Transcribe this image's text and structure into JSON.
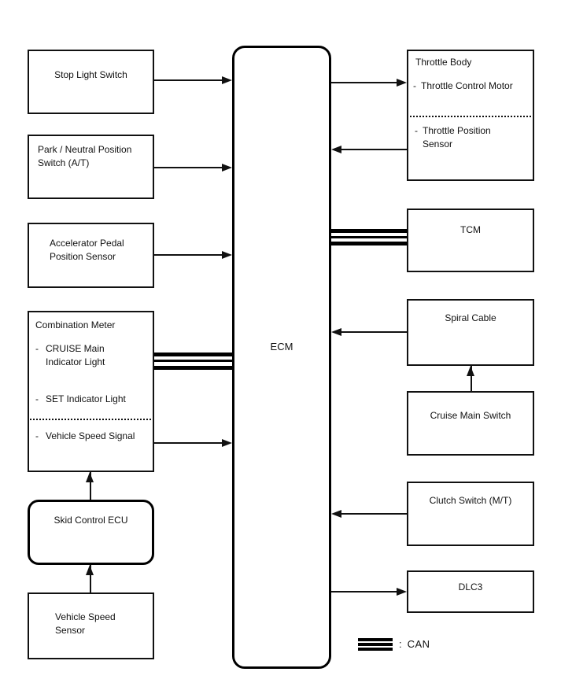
{
  "ecm": {
    "label": "ECM"
  },
  "left": {
    "stop_light_switch": {
      "title": "Stop Light Switch"
    },
    "park_neutral_switch": {
      "title": "Park / Neutral Position Switch (A/T)"
    },
    "accelerator_pedal_sensor": {
      "title": "Accelerator Pedal Position Sensor"
    },
    "combination_meter": {
      "title": "Combination Meter",
      "bullet": "-",
      "items": [
        "CRUISE Main Indicator Light",
        "SET Indicator Light"
      ],
      "divider_items": [
        "Vehicle Speed Signal"
      ]
    },
    "skid_control_ecu": {
      "title": "Skid Control ECU"
    },
    "vehicle_speed_sensor": {
      "title": "Vehicle Speed Sensor"
    }
  },
  "right": {
    "throttle_body": {
      "title": "Throttle Body",
      "bullet": "-",
      "items": [
        "Throttle Control Motor"
      ],
      "divider_items": [
        "Throttle Position Sensor"
      ]
    },
    "tcm": {
      "title": "TCM"
    },
    "spiral_cable": {
      "title": "Spiral Cable"
    },
    "cruise_main_switch": {
      "title": "Cruise Main Switch"
    },
    "clutch_switch": {
      "title": "Clutch Switch (M/T)"
    },
    "dlc3": {
      "title": "DLC3"
    }
  },
  "legend": {
    "separator": ":",
    "label": "CAN"
  },
  "colors": {
    "line": "#111111",
    "background": "#ffffff"
  }
}
